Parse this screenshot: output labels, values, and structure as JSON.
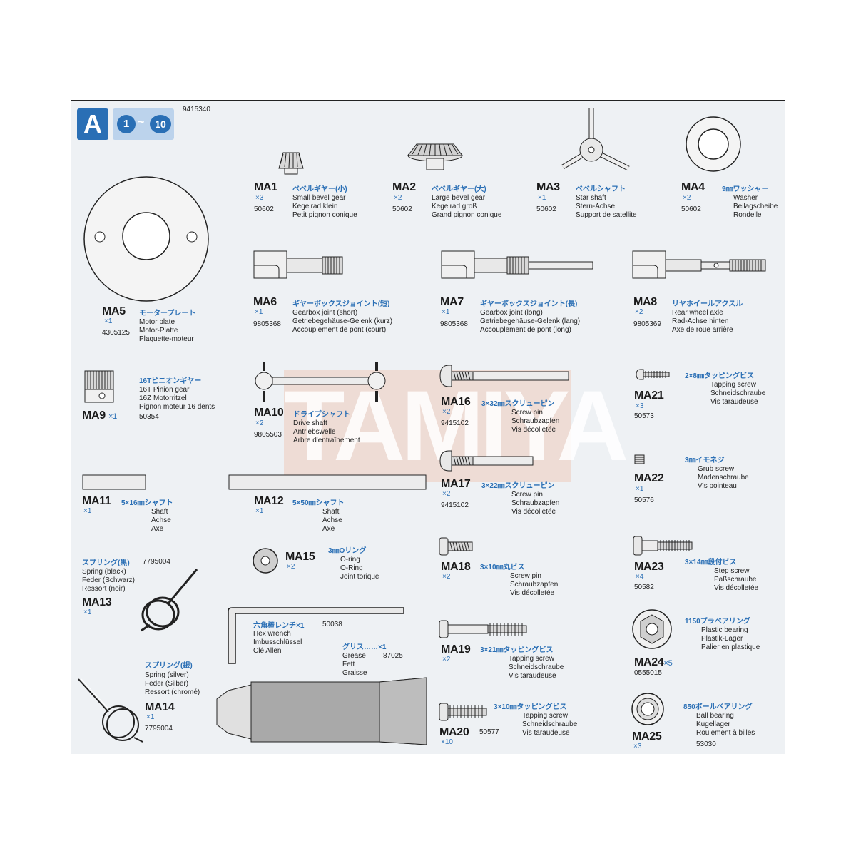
{
  "sheet": {
    "letter": "A",
    "range_start": "1",
    "range_sep": "~",
    "range_end": "10",
    "code": "9415340",
    "watermark": "TAMIYA"
  },
  "parts": {
    "ma1": {
      "id": "MA1",
      "qty": "×3",
      "code": "50602",
      "jp": "ベベルギヤー(小)",
      "en": "Small bevel gear",
      "de": "Kegelrad klein",
      "fr": "Petit pignon conique"
    },
    "ma2": {
      "id": "MA2",
      "qty": "×2",
      "code": "50602",
      "jp": "ベベルギヤー(大)",
      "en": "Large bevel gear",
      "de": "Kegelrad groß",
      "fr": "Grand pignon conique"
    },
    "ma3": {
      "id": "MA3",
      "qty": "×1",
      "code": "50602",
      "jp": "ベベルシャフト",
      "en": "Star shaft",
      "de": "Stern-Achse",
      "fr": "Support de satellite"
    },
    "ma4": {
      "id": "MA4",
      "qty": "×2",
      "code": "50602",
      "jp": "9㎜ワッシャー",
      "en": "Washer",
      "de": "Beilagscheibe",
      "fr": "Rondelle"
    },
    "ma5": {
      "id": "MA5",
      "qty": "×1",
      "code": "4305125",
      "jp": "モータープレート",
      "en": "Motor plate",
      "de": "Motor-Platte",
      "fr": "Plaquette-moteur"
    },
    "ma6": {
      "id": "MA6",
      "qty": "×1",
      "code": "9805368",
      "jp": "ギヤーボックスジョイント(短)",
      "en": "Gearbox joint (short)",
      "de": "Getriebegehäuse-Gelenk (kurz)",
      "fr": "Accouplement de pont (court)"
    },
    "ma7": {
      "id": "MA7",
      "qty": "×1",
      "code": "9805368",
      "jp": "ギヤーボックスジョイント(長)",
      "en": "Gearbox joint (long)",
      "de": "Getriebegehäuse-Gelenk (lang)",
      "fr": "Accouplement de pont (long)"
    },
    "ma8": {
      "id": "MA8",
      "qty": "×2",
      "code": "9805369",
      "jp": "リヤホイールアクスル",
      "en": "Rear wheel axle",
      "de": "Rad-Achse hinten",
      "fr": "Axe de roue arrière"
    },
    "ma9": {
      "id": "MA9",
      "qty": "×1",
      "code": "50354",
      "jp": "16Tピニオンギヤー",
      "en": "16T Pinion gear",
      "de": "16Z Motorritzel",
      "fr": "Pignon moteur 16 dents"
    },
    "ma10": {
      "id": "MA10",
      "qty": "×2",
      "code": "9805503",
      "jp": "ドライブシャフト",
      "en": "Drive shaft",
      "de": "Antriebswelle",
      "fr": "Arbre d'entraînement"
    },
    "ma11": {
      "id": "MA11",
      "qty": "×1",
      "jp": "5×16㎜シャフト",
      "en": "Shaft",
      "de": "Achse",
      "fr": "Axe"
    },
    "ma12": {
      "id": "MA12",
      "qty": "×1",
      "jp": "5×50㎜シャフト",
      "en": "Shaft",
      "de": "Achse",
      "fr": "Axe"
    },
    "ma13": {
      "id": "MA13",
      "qty": "×1",
      "code": "7795004",
      "jp": "スプリング(黒)",
      "en": "Spring (black)",
      "de": "Feder (Schwarz)",
      "fr": "Ressort (noir)"
    },
    "ma14": {
      "id": "MA14",
      "qty": "×1",
      "code": "7795004",
      "jp": "スプリング(銀)",
      "en": "Spring (silver)",
      "de": "Feder (Silber)",
      "fr": "Ressort (chromé)"
    },
    "ma15": {
      "id": "MA15",
      "qty": "×2",
      "jp": "3㎜Oリング",
      "en": "O-ring",
      "de": "O-Ring",
      "fr": "Joint torique"
    },
    "ma16": {
      "id": "MA16",
      "qty": "×2",
      "code": "9415102",
      "jp": "3×32㎜スクリューピン",
      "en": "Screw pin",
      "de": "Schraubzapfen",
      "fr": "Vis décolletée"
    },
    "ma17": {
      "id": "MA17",
      "qty": "×2",
      "code": "9415102",
      "jp": "3×22㎜スクリューピン",
      "en": "Screw pin",
      "de": "Schraubzapfen",
      "fr": "Vis décolletée"
    },
    "ma18": {
      "id": "MA18",
      "qty": "×2",
      "jp": "3×10㎜丸ビス",
      "en": "Screw pin",
      "de": "Schraubzapfen",
      "fr": "Vis décolletée"
    },
    "ma19": {
      "id": "MA19",
      "qty": "×2",
      "jp": "3×21㎜タッピングビス",
      "en": "Tapping screw",
      "de": "Schneidschraube",
      "fr": "Vis taraudeuse"
    },
    "ma20": {
      "id": "MA20",
      "qty": "×10",
      "code": "50577",
      "jp": "3×10㎜タッピングビス",
      "en": "Tapping screw",
      "de": "Schneidschraube",
      "fr": "Vis taraudeuse"
    },
    "ma21": {
      "id": "MA21",
      "qty": "×3",
      "code": "50573",
      "jp": "2×8㎜タッピングビス",
      "en": "Tapping screw",
      "de": "Schneidschraube",
      "fr": "Vis taraudeuse"
    },
    "ma22": {
      "id": "MA22",
      "qty": "×1",
      "code": "50576",
      "jp": "3㎜イモネジ",
      "en": "Grub screw",
      "de": "Madenschraube",
      "fr": "Vis pointeau"
    },
    "ma23": {
      "id": "MA23",
      "qty": "×4",
      "code": "50582",
      "jp": "3×14㎜段付ビス",
      "en": "Step screw",
      "de": "Paßschraube",
      "fr": "Vis décolletée"
    },
    "ma24": {
      "id": "MA24",
      "qty": "×5",
      "code": "0555015",
      "jp": "1150プラベアリング",
      "en": "Plastic bearing",
      "de": "Plastik-Lager",
      "fr": "Palier en plastique"
    },
    "ma25": {
      "id": "MA25",
      "qty": "×3",
      "code": "53030",
      "jp": "850ボールベアリング",
      "en": "Ball bearing",
      "de": "Kugellager",
      "fr": "Roulement à billes"
    }
  },
  "tools": {
    "hex": {
      "jp": "六角棒レンチ",
      "qty": "×1",
      "code": "50038",
      "en": "Hex wrench",
      "de": "Imbusschlüssel",
      "fr": "Clé Allen"
    },
    "grease": {
      "jp": "グリス……",
      "qty": "×1",
      "code": "87025",
      "en": "Grease",
      "de": "Fett",
      "fr": "Graisse"
    }
  }
}
